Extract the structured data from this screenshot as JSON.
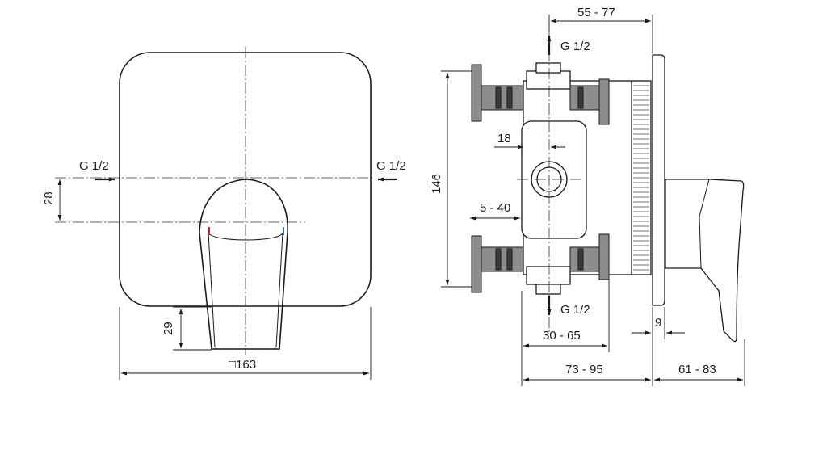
{
  "front_view": {
    "inlet_left": "G 1/2",
    "inlet_right": "G 1/2",
    "dim_handle_offset": "28",
    "dim_spout": "29",
    "dim_plate": "□163"
  },
  "side_view": {
    "dim_depth_range": "55 - 77",
    "outlet_top": "G 1/2",
    "outlet_bottom": "G 1/2",
    "dim_height": "146",
    "dim_pipe_offset": "18",
    "dim_pipe_length": "5 - 40",
    "dim_wall_thickness": "9",
    "dim_body_min": "30 - 65",
    "dim_body_total": "73 - 95",
    "dim_handle_depth": "61 - 83"
  }
}
